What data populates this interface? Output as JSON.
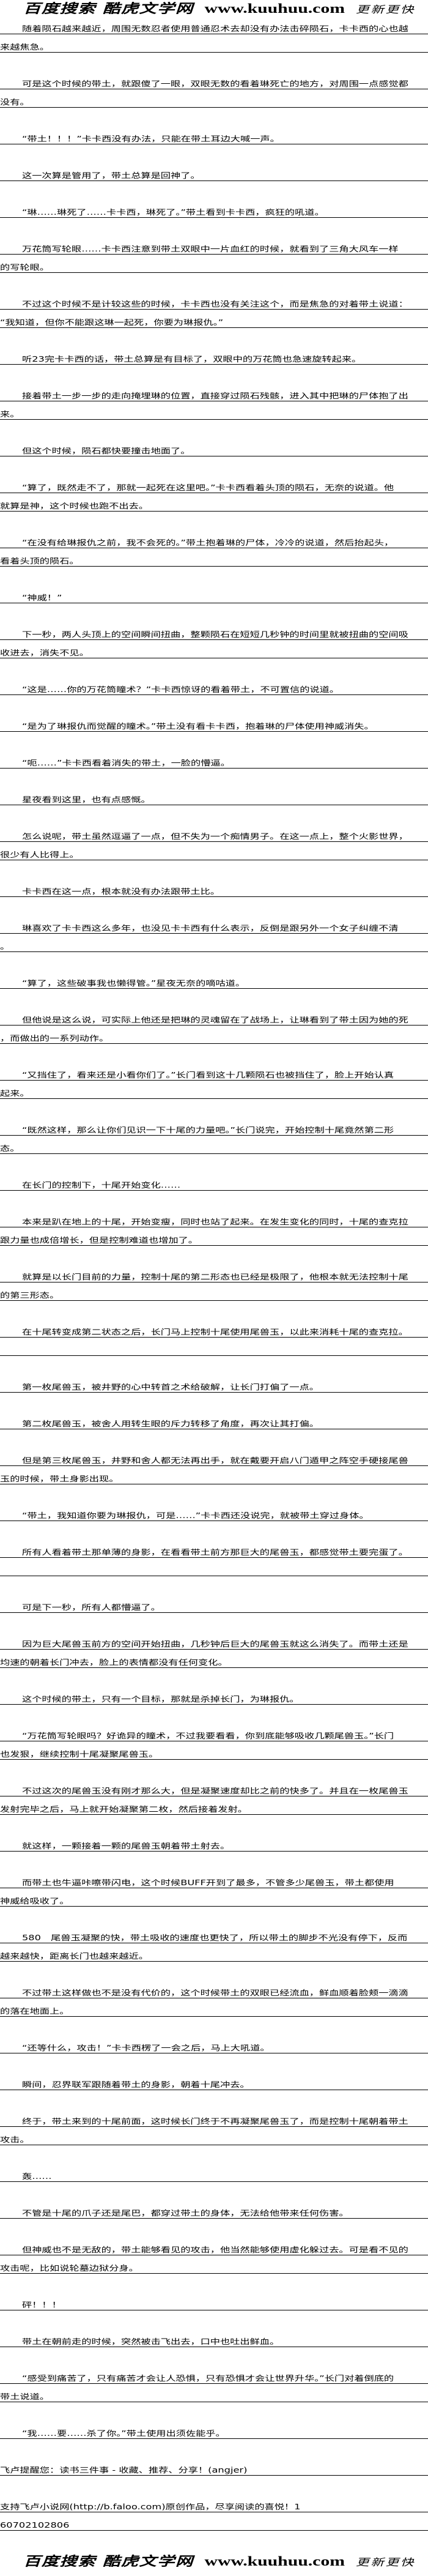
{
  "header_logo": {
    "site_name": "百度搜索 酷虎文学网",
    "url": "www.kuuhuu.com",
    "slogan": "更新更快"
  },
  "paragraphs": [
    {
      "lines": [
        "随着陨石越来越近，周围无数忍者使用普通忍术去却没有办法击碎陨石，卡卡西的心也越",
        "来越焦急。"
      ]
    },
    {
      "lines": [
        "可是这个时候的带土，就跟傻了一眼，双眼无数的看着琳死亡的地方，对周围一点感觉都",
        "没有。"
      ]
    },
    {
      "lines": [
        "“带土！！！”卡卡西没有办法，只能在带土耳边大喊一声。"
      ]
    },
    {
      "lines": [
        "这一次算是管用了，带土总算是回神了。"
      ]
    },
    {
      "lines": [
        "“琳……琳死了……卡卡西，琳死了。”带土看到卡卡西，疯狂的吼道。"
      ]
    },
    {
      "lines": [
        "万花筒写轮眼……卡卡西注意到带土双眼中一片血红的时候，就看到了三角大风车一样",
        "的写轮眼。"
      ]
    },
    {
      "lines": [
        "不过这个时候不是计较这些的时候，卡卡西也没有关注这个，而是焦急的对着带土说道：",
        "“我知道，但你不能跟这琳一起死，你要为琳报仇。”"
      ]
    },
    {
      "lines": [
        "听23完卡卡西的话，带土总算是有目标了，双眼中的万花筒也急速旋转起来。"
      ]
    },
    {
      "lines": [
        "接着带土一步一步的走向掩埋琳的位置，直接穿过陨石残骸，进入其中把琳的尸体抱了出",
        "来。"
      ]
    },
    {
      "lines": [
        "但这个时候，陨石都快要撞击地面了。"
      ]
    },
    {
      "lines": [
        "“算了，既然走不了，那就一起死在这里吧。”卡卡西看着头顶的陨石，无奈的说道。他",
        "就算是神，这个时候也跑不出去。"
      ]
    },
    {
      "lines": [
        "“在没有给琳报仇之前，我不会死的。”带土抱着琳的尸体，冷冷的说道，然后抬起头，",
        "看着头顶的陨石。"
      ]
    },
    {
      "lines": [
        "“神威！”"
      ]
    },
    {
      "lines": [
        "下一秒，两人头顶上的空间瞬间扭曲，整颗陨石在短短几秒钟的时间里就被扭曲的空间吸",
        "收进去，消失不见。"
      ]
    },
    {
      "lines": [
        "“这是……你的万花筒瞳术？”卡卡西惊讶的看着带土，不可置信的说道。"
      ]
    },
    {
      "lines": [
        "“是为了琳报仇而觉醒的瞳术。”带土没有看卡卡西，抱着琳的尸体使用神威消失。"
      ]
    },
    {
      "lines": [
        "“呃……”卡卡西看着消失的带土，一脸的懵逼。"
      ]
    },
    {
      "lines": [
        "星夜看到这里，也有点感慨。"
      ]
    },
    {
      "lines": [
        "怎么说呢，带土虽然逗逼了一点，但不失为一个痴情男子。在这一点上，整个火影世界，",
        "很少有人比得上。"
      ]
    },
    {
      "lines": [
        "卡卡西在这一点，根本就没有办法跟带土比。"
      ]
    },
    {
      "lines": [
        "琳喜欢了卡卡西这么多年，也没见卡卡西有什么表示，反倒是跟另外一个女子纠缠不清",
        "。"
      ]
    },
    {
      "lines": [
        "“算了，这些破事我也懒得管。”星夜无奈的嘀咕道。"
      ]
    },
    {
      "lines": [
        "但他说是这么说，可实际上他还是把琳的灵魂留在了战场上，让琳看到了带土因为她的死",
        "，而做出的一系列动作。"
      ]
    },
    {
      "lines": [
        "“又挡住了，看来还是小看你们了。”长门看到这十几颗陨石也被挡住了，脸上开始认真",
        "起来。"
      ]
    },
    {
      "lines": [
        "“既然这样，那么让你们见识一下十尾的力量吧。”长门说完，开始控制十尾竟然第二形",
        "态。"
      ]
    },
    {
      "lines": [
        "在长门的控制下，十尾开始变化……"
      ]
    },
    {
      "lines": [
        "本来是趴在地上的十尾，开始变瘦，同时也站了起来。在发生变化的同时，十尾的查克拉",
        "跟力量也成倍增长，但是控制难道也增加了。"
      ]
    },
    {
      "lines": [
        "就算是以长门目前的力量，控制十尾的第二形态也已经是极限了，他根本就无法控制十尾",
        "的第三形态。"
      ]
    },
    {
      "lines": [
        "在十尾转变成第二状态之后，长门马上控制十尾使用尾兽玉，以此来消耗十尾的查克拉。",
        ""
      ]
    },
    {
      "lines": [
        "第一枚尾兽玉，被井野的心中转首之术给破解，让长门打偏了一点。"
      ]
    },
    {
      "lines": [
        "第二枚尾兽玉，被舍人用转生眼的斥力转移了角度，再次让其打偏。"
      ]
    },
    {
      "lines": [
        "但是第三枚尾兽玉，井野和舍人都无法再出手，就在戴要开启八门遁甲之阵空手硬接尾兽",
        "玉的时候，带土身影出现。"
      ]
    },
    {
      "lines": [
        "“带土，我知道你要为琳报仇，可是……”卡卡西还没说完，就被带土穿过身体。"
      ]
    },
    {
      "lines": [
        "所有人看着带土那单薄的身影，在看看带土前方那巨大的尾兽玉，都感觉带土要完蛋了。",
        ""
      ]
    },
    {
      "lines": [
        "可是下一秒，所有人都懵逼了。"
      ]
    },
    {
      "lines": [
        "因为巨大尾兽玉前方的空间开始扭曲，几秒钟后巨大的尾兽玉就这么消失了。而带土还是",
        "均速的朝着长门冲去，脸上的表情都没有任何变化。"
      ]
    },
    {
      "lines": [
        "这个时候的带土，只有一个目标，那就是杀掉长门，为琳报仇。"
      ]
    },
    {
      "lines": [
        "“万花筒写轮眼吗？好诡异的瞳术，不过我要看看，你到底能够吸收几颗尾兽玉。”长门",
        "也发狠，继续控制十尾凝聚尾兽玉。"
      ]
    },
    {
      "lines": [
        "不过这次的尾兽玉没有刚才那么大，但是凝聚速度却比之前的快多了。并且在一枚尾兽玉",
        "发射完毕之后，马上就开始凝聚第二枚，然后接着发射。"
      ]
    },
    {
      "lines": [
        "就这样，一颗接着一颗的尾兽玉朝着带土射去。"
      ]
    },
    {
      "lines": [
        "而带土也牛逼咔嚓带闪电，这个时候BUFF开到了最多，不管多少尾兽玉，带土都使用",
        "神威给吸收了。"
      ]
    },
    {
      "lines": [
        "580　尾兽玉凝聚的快，带土吸收的速度也更快了，所以带土的脚步不光没有停下，反而",
        "越来越快，距离长门也越来越近。"
      ]
    },
    {
      "lines": [
        "不过带土这样做也不是没有代价的，这个时候带土的双眼已经流血，鲜血顺着脸颊一滴滴",
        "的落在地面上。"
      ]
    },
    {
      "lines": [
        "“还等什么，攻击！”卡卡西楞了一会之后，马上大吼道。"
      ]
    },
    {
      "lines": [
        "瞬间，忍界联军跟随着带土的身影，朝着十尾冲去。"
      ]
    },
    {
      "lines": [
        "终于，带土来到的十尾前面，这时候长门终于不再凝聚尾兽玉了，而是控制十尾朝着带土",
        "攻击。"
      ]
    },
    {
      "lines": [
        "轰……"
      ]
    },
    {
      "lines": [
        "不管是十尾的爪子还是尾巴，都穿过带土的身体，无法给他带来任何伤害。"
      ]
    },
    {
      "lines": [
        "但神威也不是无敌的，带土能够看见的攻击，他当然能够使用虚化躲过去。可是看不见的",
        "攻击呢，比如说轮墓边狱分身。"
      ]
    },
    {
      "lines": [
        "砰！！！"
      ]
    },
    {
      "lines": [
        "带土在朝前走的时候，突然被击飞出去，口中也吐出鲜血。"
      ]
    },
    {
      "lines": [
        "“感受到痛苦了，只有痛苦才会让人恐惧，只有恐惧才会让世界升华。”长门对着倒底的",
        "带土说道。"
      ]
    },
    {
      "lines": [
        "“我……要……杀了你。”带土使用出须佐能乎。"
      ]
    }
  ],
  "footer": {
    "reminder": "飞卢提醒您：读书三件事 - 收藏、推荐、分享！(angjer)",
    "support": "支持飞卢小说网(http://b.faloo.com)原创作品，尽享阅读的喜悦！1",
    "code": "60702102806"
  }
}
